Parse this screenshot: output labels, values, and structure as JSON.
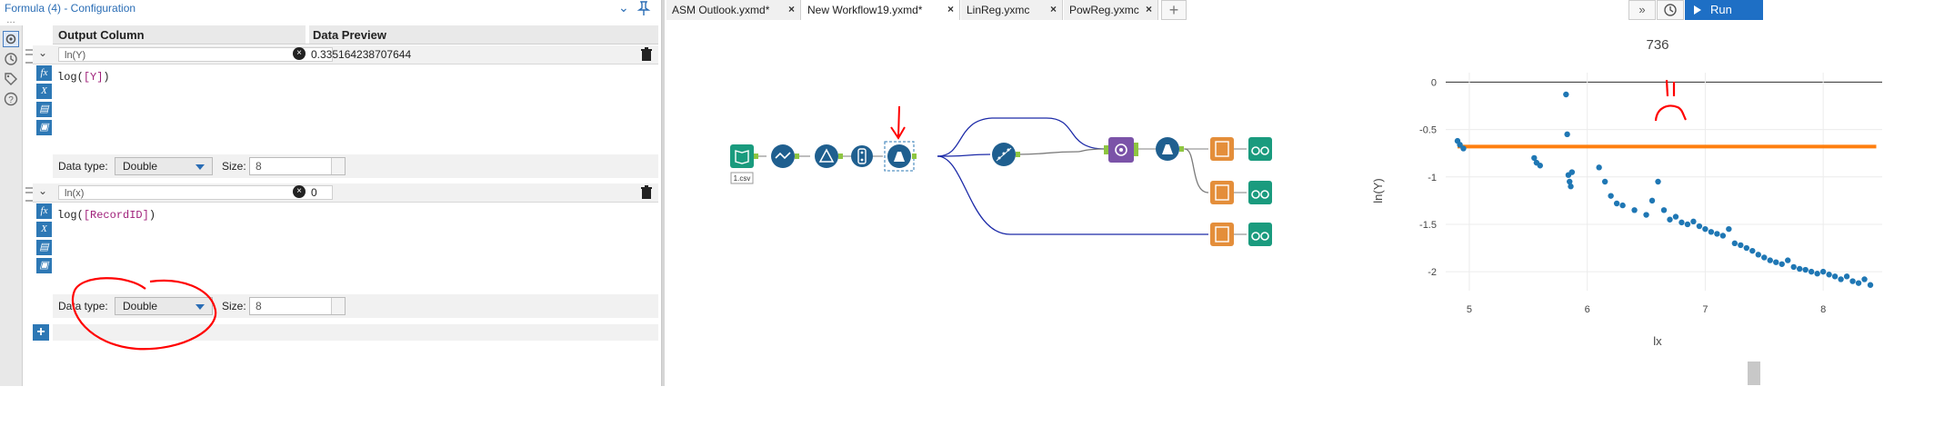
{
  "config": {
    "title": "Formula (4) - Configuration",
    "columns": {
      "output": "Output Column",
      "preview": "Data Preview"
    },
    "rows": [
      {
        "name": "ln(Y)",
        "preview": "0.335164238707644",
        "expr_fn": "log(",
        "expr_arg": "[Y]",
        "expr_end": ")",
        "dtype_label": "Data type:",
        "dtype": "Double",
        "size_label": "Size:",
        "size": "8"
      },
      {
        "name": "ln(x)",
        "preview": "0",
        "expr_fn": "log(",
        "expr_arg": "[RecordID]",
        "expr_end": ")",
        "dtype_label": "Data type:",
        "dtype": "Double",
        "size_label": "Size:",
        "size": "8"
      }
    ],
    "tool_icons": [
      "fx-icon",
      "variable-x-icon",
      "folder-icon",
      "save-icon"
    ],
    "rail_icons": [
      "gear-icon",
      "workflow-icon",
      "tag-icon",
      "help-icon"
    ]
  },
  "tabs": [
    {
      "label": "ASM Outlook.yxmd*",
      "active": false
    },
    {
      "label": "New Workflow19.yxmd*",
      "active": true
    },
    {
      "label": "LinReg.yxmc",
      "active": false
    },
    {
      "label": "PowReg.yxmc",
      "active": false
    }
  ],
  "toolbar": {
    "more": "»",
    "run": "Run"
  },
  "workflow": {
    "input_file_label": "1.csv"
  },
  "colors": {
    "accent": "#2d78b5",
    "run": "#1e6fc5",
    "node_blue": "#1f5f8f",
    "node_teal": "#1a9b7e",
    "node_orange": "#e48e3a",
    "node_purple": "#7b53a8",
    "scatter": "#1f77b4",
    "fit_line": "#ff7f0e",
    "annotation": "#ff0000"
  },
  "chart_data": {
    "type": "scatter",
    "title": "736",
    "xlabel": "lx",
    "ylabel": "ln(Y)",
    "xlim": [
      4.8,
      8.5
    ],
    "ylim": [
      -2.2,
      0.1
    ],
    "xticks": [
      "5",
      "6",
      "7",
      "8"
    ],
    "yticks": [
      "0",
      "-0.5",
      "-1",
      "-1.5",
      "-2"
    ],
    "grid": true,
    "series": [
      {
        "type": "scatter",
        "x": [
          4.9,
          4.92,
          4.95,
          5.55,
          5.57,
          5.6,
          5.82,
          5.83,
          5.84,
          5.85,
          5.86,
          5.87,
          6.1,
          6.15,
          6.2,
          6.25,
          6.3,
          6.4,
          6.5,
          6.55,
          6.6,
          6.65,
          6.7,
          6.75,
          6.8,
          6.85,
          6.9,
          6.95,
          7.0,
          7.05,
          7.1,
          7.15,
          7.2,
          7.25,
          7.3,
          7.35,
          7.4,
          7.45,
          7.5,
          7.55,
          7.6,
          7.65,
          7.7,
          7.75,
          7.8,
          7.85,
          7.9,
          7.95,
          8.0,
          8.05,
          8.1,
          8.15,
          8.2,
          8.25,
          8.3,
          8.35,
          8.4
        ],
        "y": [
          -0.62,
          -0.66,
          -0.7,
          -0.8,
          -0.85,
          -0.88,
          -0.13,
          -0.55,
          -0.98,
          -1.05,
          -1.1,
          -0.95,
          -0.9,
          -1.05,
          -1.2,
          -1.28,
          -1.3,
          -1.35,
          -1.4,
          -1.25,
          -1.05,
          -1.35,
          -1.45,
          -1.42,
          -1.48,
          -1.5,
          -1.47,
          -1.52,
          -1.55,
          -1.58,
          -1.6,
          -1.62,
          -1.55,
          -1.7,
          -1.72,
          -1.75,
          -1.78,
          -1.82,
          -1.85,
          -1.88,
          -1.9,
          -1.92,
          -1.88,
          -1.95,
          -1.97,
          -1.98,
          -2.0,
          -2.02,
          -2.0,
          -2.03,
          -2.05,
          -2.08,
          -2.05,
          -2.1,
          -2.12,
          -2.08,
          -2.14
        ]
      },
      {
        "type": "line",
        "x": [
          4.9,
          8.45
        ],
        "y": [
          -0.68,
          -0.68
        ]
      }
    ]
  }
}
